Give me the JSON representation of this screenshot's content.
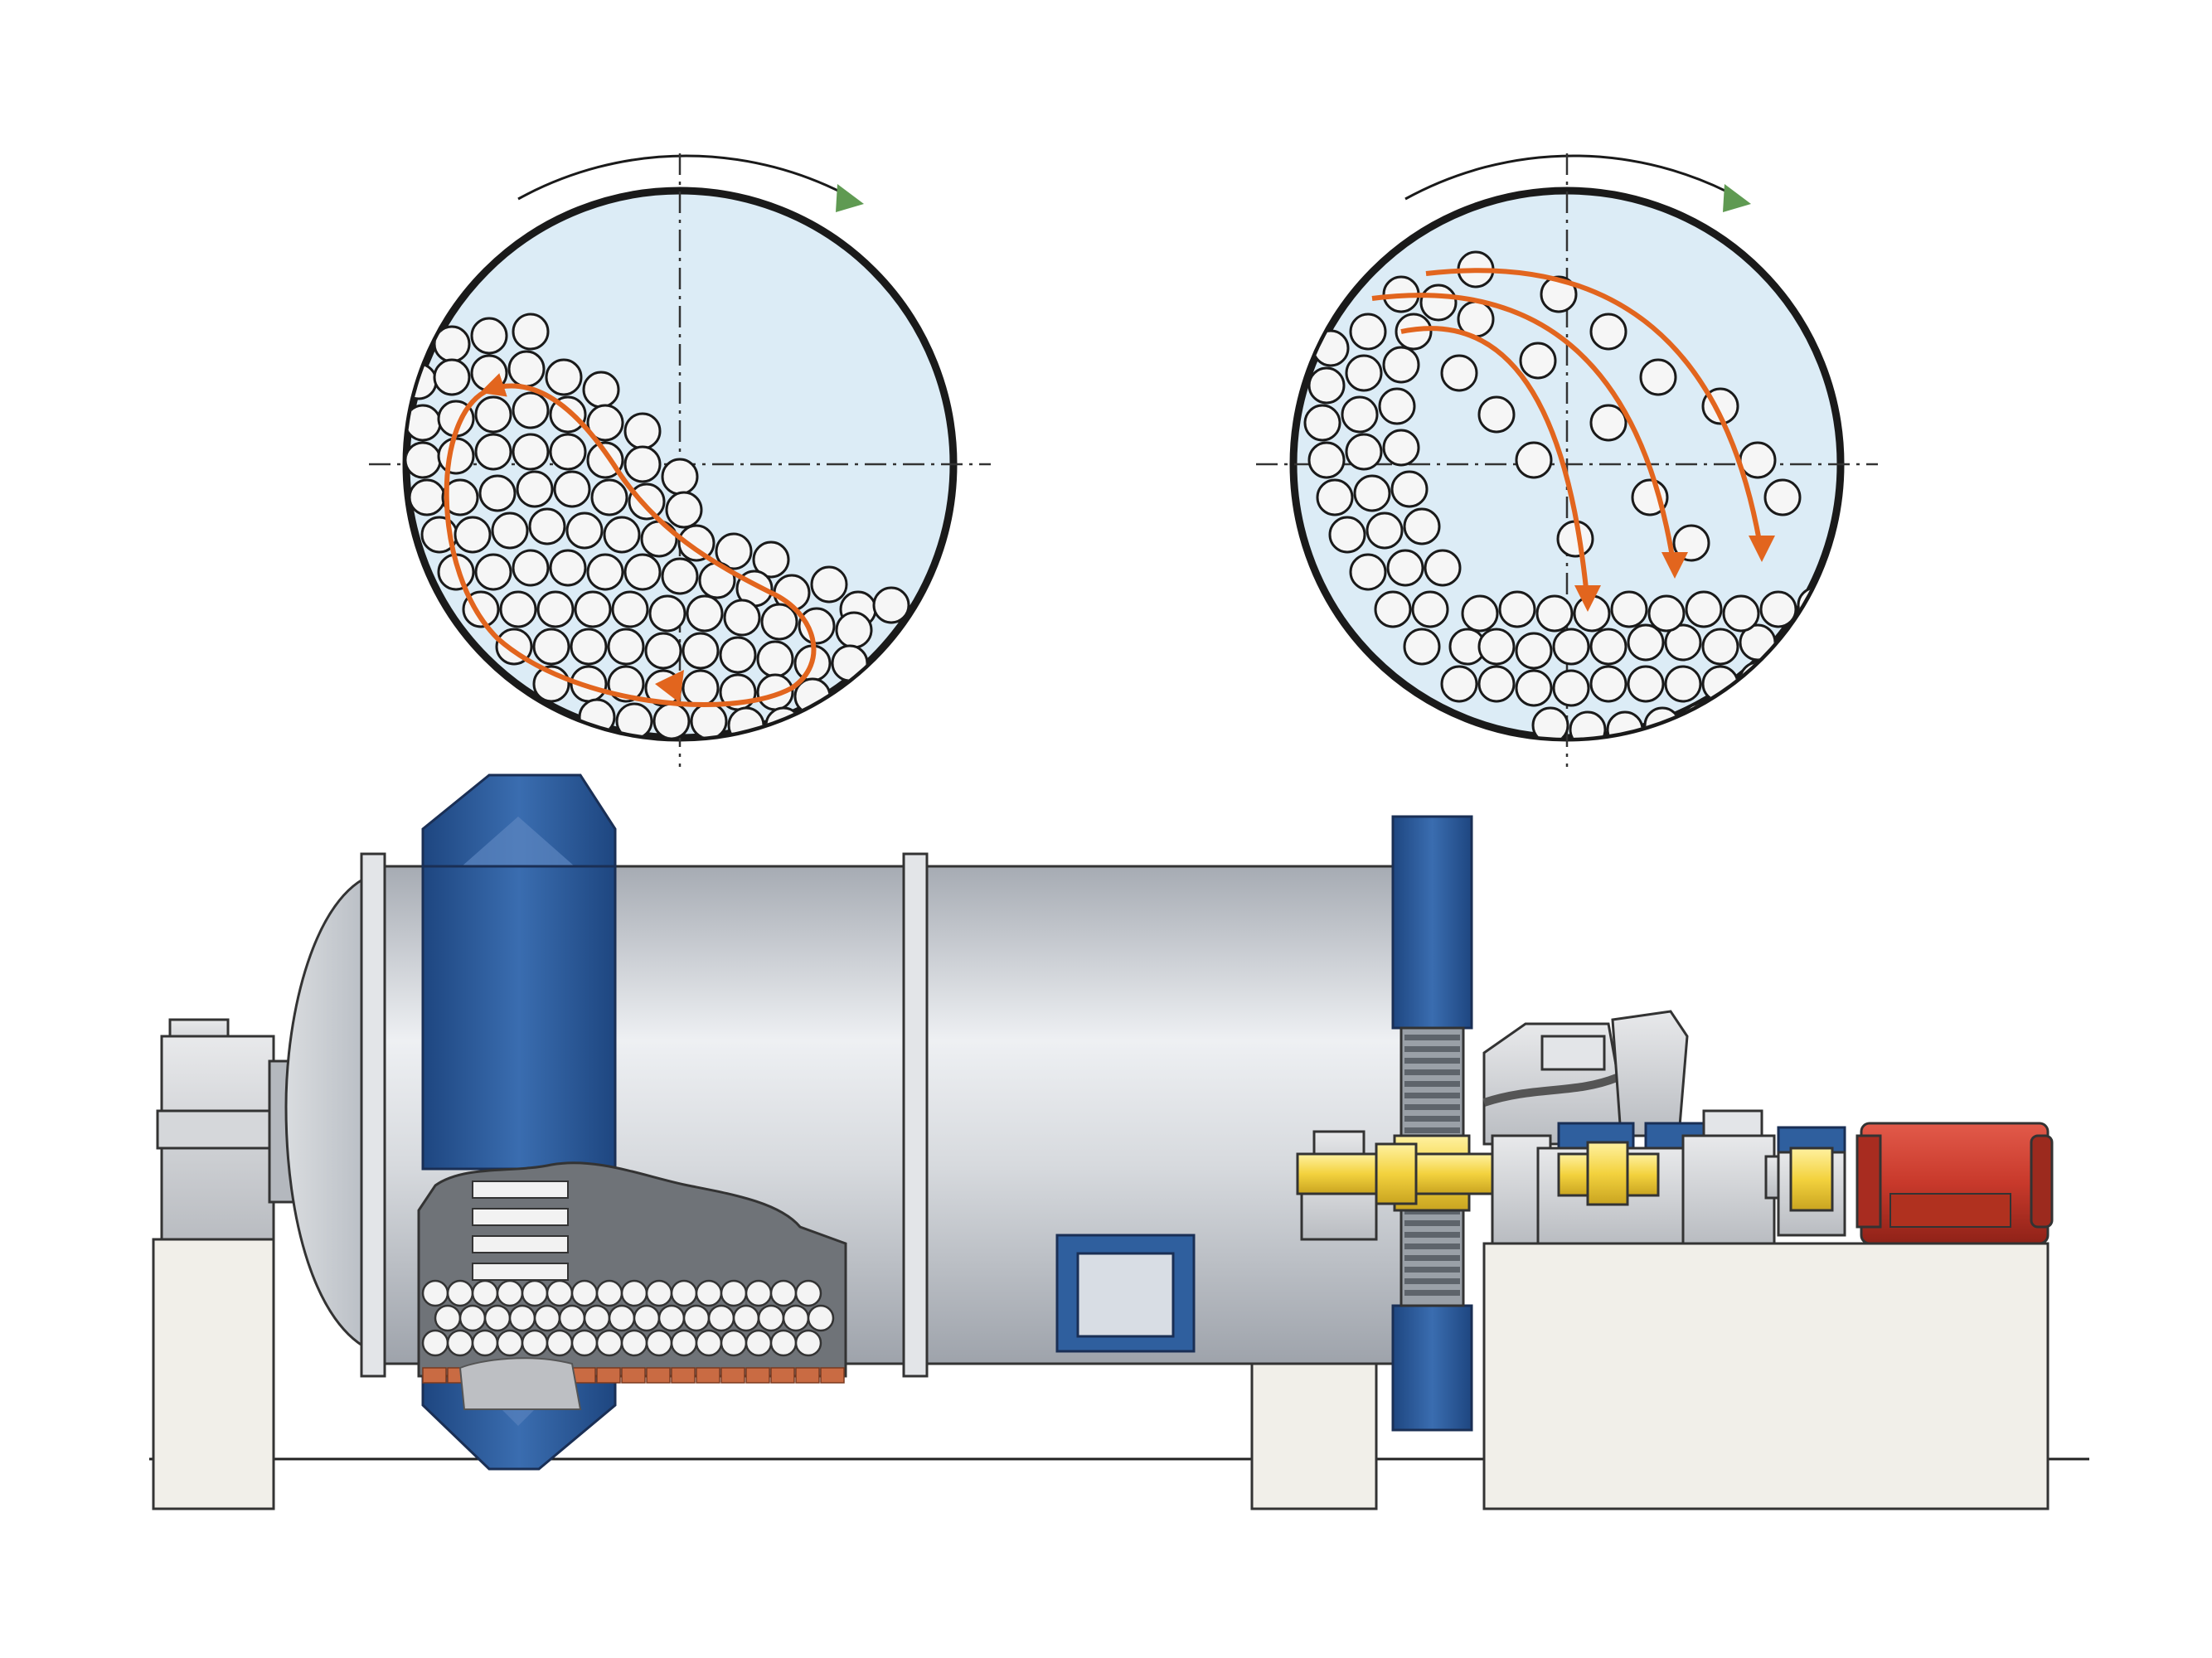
{
  "figure": {
    "panels": [
      {
        "id": "cascading",
        "rotation_direction": "clockwise",
        "balls": [
          [
            545,
            415
          ],
          [
            590,
            405
          ],
          [
            640,
            400
          ],
          [
            505,
            460
          ],
          [
            545,
            455
          ],
          [
            590,
            450
          ],
          [
            635,
            445
          ],
          [
            680,
            455
          ],
          [
            725,
            470
          ],
          [
            510,
            510
          ],
          [
            550,
            505
          ],
          [
            595,
            500
          ],
          [
            640,
            495
          ],
          [
            685,
            500
          ],
          [
            730,
            510
          ],
          [
            775,
            520
          ],
          [
            510,
            555
          ],
          [
            550,
            550
          ],
          [
            595,
            545
          ],
          [
            640,
            545
          ],
          [
            685,
            545
          ],
          [
            730,
            555
          ],
          [
            775,
            560
          ],
          [
            820,
            575
          ],
          [
            515,
            600
          ],
          [
            555,
            600
          ],
          [
            600,
            595
          ],
          [
            645,
            590
          ],
          [
            690,
            590
          ],
          [
            735,
            600
          ],
          [
            780,
            605
          ],
          [
            825,
            615
          ],
          [
            530,
            645
          ],
          [
            570,
            645
          ],
          [
            615,
            640
          ],
          [
            660,
            635
          ],
          [
            705,
            640
          ],
          [
            750,
            645
          ],
          [
            795,
            650
          ],
          [
            840,
            655
          ],
          [
            885,
            665
          ],
          [
            930,
            675
          ],
          [
            550,
            690
          ],
          [
            595,
            690
          ],
          [
            640,
            685
          ],
          [
            685,
            685
          ],
          [
            730,
            690
          ],
          [
            775,
            690
          ],
          [
            820,
            695
          ],
          [
            865,
            700
          ],
          [
            910,
            710
          ],
          [
            955,
            715
          ],
          [
            1000,
            705
          ],
          [
            1035,
            735
          ],
          [
            580,
            735
          ],
          [
            625,
            735
          ],
          [
            670,
            735
          ],
          [
            715,
            735
          ],
          [
            760,
            735
          ],
          [
            805,
            740
          ],
          [
            850,
            740
          ],
          [
            895,
            745
          ],
          [
            940,
            750
          ],
          [
            985,
            755
          ],
          [
            1030,
            760
          ],
          [
            1075,
            730
          ],
          [
            620,
            780
          ],
          [
            665,
            780
          ],
          [
            710,
            780
          ],
          [
            755,
            780
          ],
          [
            800,
            785
          ],
          [
            845,
            785
          ],
          [
            890,
            790
          ],
          [
            935,
            795
          ],
          [
            980,
            800
          ],
          [
            1025,
            800
          ],
          [
            665,
            825
          ],
          [
            710,
            825
          ],
          [
            755,
            825
          ],
          [
            800,
            830
          ],
          [
            845,
            830
          ],
          [
            890,
            835
          ],
          [
            935,
            835
          ],
          [
            980,
            840
          ],
          [
            720,
            865
          ],
          [
            765,
            870
          ],
          [
            810,
            870
          ],
          [
            855,
            870
          ],
          [
            900,
            875
          ],
          [
            945,
            875
          ]
        ],
        "trajectories": [
          {
            "kind": "loop"
          }
        ]
      },
      {
        "id": "cataracting",
        "rotation_direction": "clockwise",
        "balls": [
          [
            1605,
            420
          ],
          [
            1650,
            400
          ],
          [
            1600,
            465
          ],
          [
            1645,
            450
          ],
          [
            1690,
            440
          ],
          [
            1595,
            510
          ],
          [
            1640,
            500
          ],
          [
            1685,
            490
          ],
          [
            1600,
            555
          ],
          [
            1645,
            545
          ],
          [
            1690,
            540
          ],
          [
            1610,
            600
          ],
          [
            1655,
            595
          ],
          [
            1700,
            590
          ],
          [
            1625,
            645
          ],
          [
            1670,
            640
          ],
          [
            1715,
            635
          ],
          [
            1650,
            690
          ],
          [
            1695,
            685
          ],
          [
            1740,
            685
          ],
          [
            1785,
            740
          ],
          [
            1680,
            735
          ],
          [
            1725,
            735
          ],
          [
            1770,
            780
          ],
          [
            1715,
            780
          ],
          [
            1760,
            825
          ],
          [
            1805,
            825
          ],
          [
            1850,
            830
          ],
          [
            1895,
            830
          ],
          [
            1940,
            825
          ],
          [
            1985,
            825
          ],
          [
            1805,
            780
          ],
          [
            1850,
            785
          ],
          [
            1895,
            780
          ],
          [
            1940,
            780
          ],
          [
            1985,
            775
          ],
          [
            2030,
            775
          ],
          [
            2075,
            780
          ],
          [
            2120,
            775
          ],
          [
            2165,
            780
          ],
          [
            2030,
            825
          ],
          [
            2075,
            825
          ],
          [
            2120,
            820
          ],
          [
            1830,
            735
          ],
          [
            1875,
            740
          ],
          [
            1920,
            740
          ],
          [
            1965,
            735
          ],
          [
            2010,
            740
          ],
          [
            2055,
            735
          ],
          [
            2100,
            740
          ],
          [
            2145,
            735
          ],
          [
            2190,
            730
          ],
          [
            1870,
            875
          ],
          [
            1915,
            880
          ],
          [
            1960,
            880
          ],
          [
            2005,
            875
          ],
          [
            2050,
            870
          ],
          [
            2095,
            860
          ],
          [
            2140,
            820
          ],
          [
            2180,
            760
          ],
          [
            1780,
            325
          ],
          [
            1690,
            355
          ],
          [
            1780,
            385
          ],
          [
            1880,
            355
          ],
          [
            1940,
            400
          ],
          [
            1760,
            450
          ],
          [
            1855,
            435
          ],
          [
            2000,
            455
          ],
          [
            1805,
            500
          ],
          [
            1940,
            510
          ],
          [
            2075,
            490
          ],
          [
            1850,
            555
          ],
          [
            1990,
            600
          ],
          [
            2120,
            555
          ],
          [
            1900,
            650
          ],
          [
            2040,
            655
          ],
          [
            2150,
            600
          ],
          [
            1705,
            400
          ],
          [
            1735,
            365
          ]
        ],
        "trajectories": [
          {
            "kind": "arc",
            "from": [
              1690,
              400
            ],
            "to": [
              1915,
              730
            ]
          },
          {
            "kind": "arc",
            "from": [
              1655,
              360
            ],
            "to": [
              2020,
              690
            ]
          },
          {
            "kind": "arc",
            "from": [
              1720,
              330
            ],
            "to": [
              2125,
              670
            ]
          }
        ]
      }
    ],
    "colors": {
      "drum_fill": "#dcecf6",
      "ball_fill": "#f6f6f6",
      "outline": "#1a1a1a",
      "trajectory": "#e2651e",
      "rotation_arrow": "#5f9a52",
      "mill_blue": "#2f5f9e",
      "mill_shell": "#c9cdd3",
      "gear_yellow": "#f3d23e",
      "motor_red": "#c8392b",
      "foundation": "#f1efe9",
      "liner": "#c96b43"
    }
  }
}
